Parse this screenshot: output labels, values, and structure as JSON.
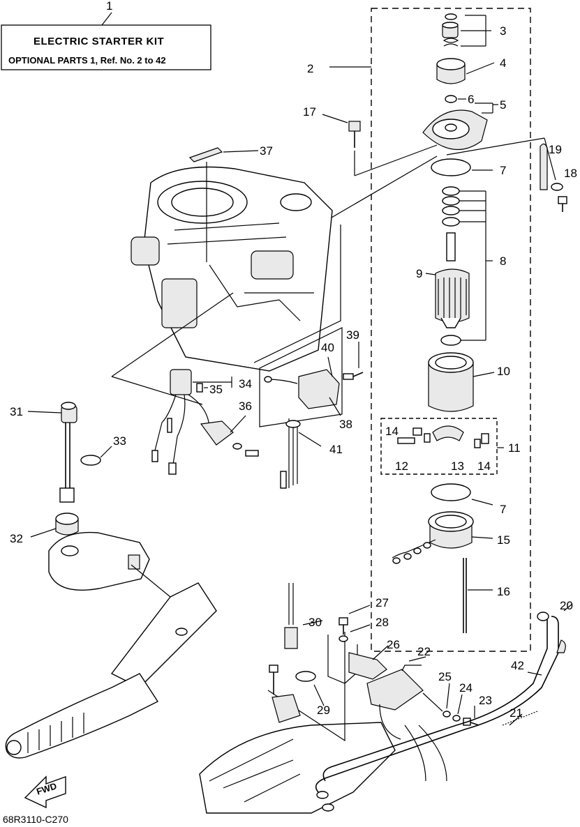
{
  "kit_box": {
    "ref_number": "1",
    "title": "ELECTRIC STARTER KIT",
    "subtitle": "OPTIONAL PARTS 1, Ref. No. 2 to 42"
  },
  "callouts": {
    "c2": "2",
    "c3": "3",
    "c4": "4",
    "c5": "5",
    "c6": "6",
    "c7a": "7",
    "c7b": "7",
    "c8": "8",
    "c9": "9",
    "c10": "10",
    "c11": "11",
    "c12": "12",
    "c13": "13",
    "c14a": "14",
    "c14b": "14",
    "c15": "15",
    "c16": "16",
    "c17": "17",
    "c18": "18",
    "c19": "19",
    "c20": "20",
    "c21": "21",
    "c22": "22",
    "c23": "23",
    "c24": "24",
    "c25": "25",
    "c26": "26",
    "c27": "27",
    "c28": "28",
    "c29": "29",
    "c30": "30",
    "c31": "31",
    "c32": "32",
    "c33": "33",
    "c34": "34",
    "c35": "35",
    "c36": "36",
    "c37": "37",
    "c38": "38",
    "c39": "39",
    "c40": "40",
    "c41": "41",
    "c42": "42"
  },
  "direction_label": "FWD",
  "drawing_code": "68R3110-C270"
}
